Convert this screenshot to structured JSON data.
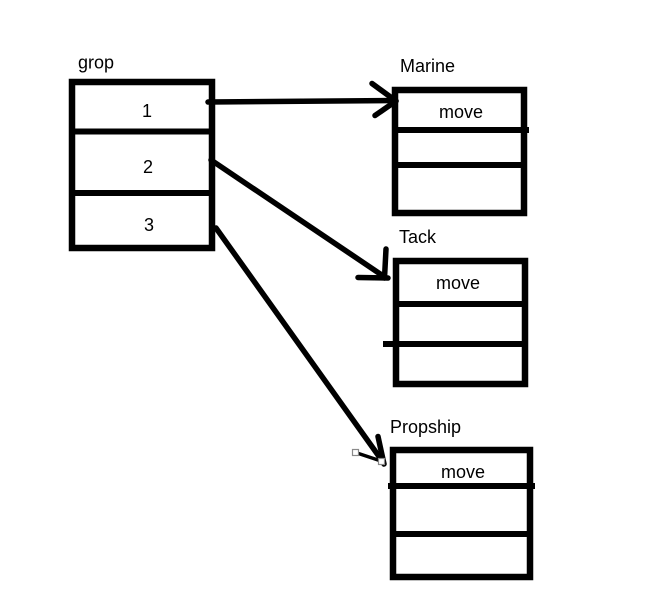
{
  "canvas": {
    "background_color": "#ffffff",
    "ink_color": "#000000",
    "selection_handle_color": "#ffffff",
    "selection_handle_border_color": "#8a8a8a"
  },
  "diagram": {
    "source_box": {
      "label": "grop",
      "cells": [
        "1",
        "2",
        "3"
      ]
    },
    "target_boxes": [
      {
        "label": "Marine",
        "cells": [
          "move",
          "",
          ""
        ]
      },
      {
        "label": "Tack",
        "cells": [
          "move",
          "",
          ""
        ]
      },
      {
        "label": "Propship",
        "cells": [
          "move",
          "",
          ""
        ]
      }
    ],
    "arrows": [
      {
        "from_cell": "1",
        "to": "Marine"
      },
      {
        "from_cell": "2",
        "to": "Tack"
      },
      {
        "from_cell": "3",
        "to": "Propship"
      }
    ]
  }
}
